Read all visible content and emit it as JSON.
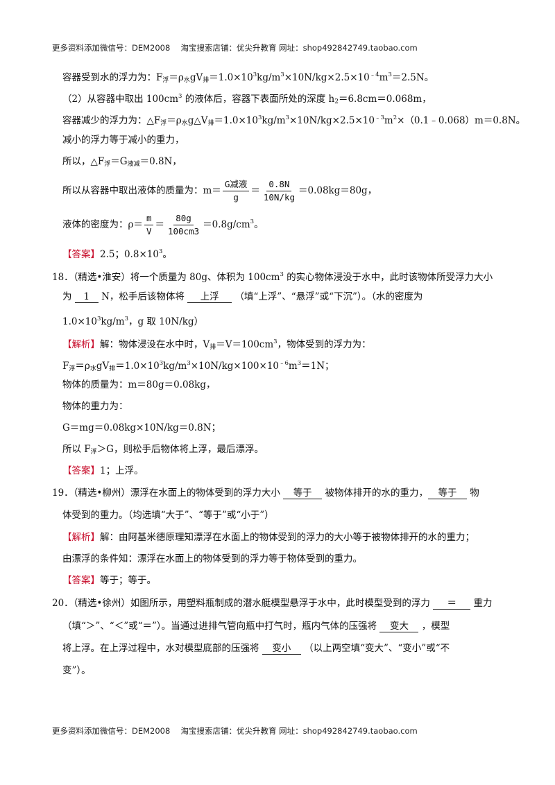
{
  "header": {
    "text": "更多资料添加微信号：DEM2008　 淘宝搜索店铺：优尖升教育  网址：shop492842749.taobao.com"
  },
  "footer": {
    "text": "更多资料添加微信号：DEM2008　 淘宝搜索店铺：优尖升教育  网址：shop492842749.taobao.com"
  },
  "q17": {
    "l1": {
      "a": "容器受到水的浮力为：F",
      "b": "浮",
      "c": "＝ρ",
      "d": "水",
      "e": "gV",
      "f": "排",
      "g": "＝1.0×10",
      "h": "3",
      "i": "kg/m",
      "j": "3",
      "k": "×10N/kg×2.5×10",
      "l": "﹣4",
      "m": "m",
      "n": "3",
      "o": "＝2.5N。"
    },
    "l2": {
      "a": "（2）从容器中取出 100cm",
      "b": "3",
      "c": " 的液体后，容器下表面所处的深度 h",
      "d": "2",
      "e": "＝6.8cm＝0.068m，"
    },
    "l3": {
      "a": "容器减少的浮力为：△F",
      "b": "浮",
      "c": "＝ρ",
      "d": "水",
      "e": "g△V",
      "f": "排",
      "g": "＝1.0×10",
      "h": "3",
      "i": "kg/m",
      "j": "3",
      "k": "×10N/kg×2.5×10",
      "l": "﹣3",
      "m": "m",
      "n": "2",
      "o": "×（0.1﹣0.068）m＝0.8N。"
    },
    "l4": "减小的浮力等于减小的重力，",
    "l5": {
      "a": "所以，△F",
      "b": "浮",
      "c": "＝G",
      "d": "液减",
      "e": "＝0.8N，"
    },
    "l6": {
      "a": "所以从容器中取出液体的质量为：m＝",
      "num": "G减液",
      "den": "g",
      "eq": "＝",
      "num2": "0.8N",
      "den2": "10N/kg",
      "b": "＝0.08kg＝80g，"
    },
    "l7": {
      "a": "液体的密度为：ρ＝",
      "num": "m",
      "den": "V",
      "eq": "＝",
      "num2": "80g",
      "den2": "100cm3",
      "b": "＝0.8g/cm",
      "c": "3",
      "d": "。"
    },
    "ans": {
      "tag": "【答案】",
      "a": "2.5；0.8×10",
      "b": "3",
      "c": "。"
    }
  },
  "q18": {
    "l1": "18．（精选•淮安）将一个质量为 80g、体积为 100cm",
    "l1sup": "3",
    "l1b": " 的实心物体浸没于水中，此时该物体所受浮力大小",
    "l2": {
      "a": "为  ",
      "blank1": "1",
      "b": " N，松手后该物体将 ",
      "blank2": "上浮",
      "c": " （填“上浮”、“悬浮”或“下沉”）。（水的密度为"
    },
    "l3": {
      "a": "1.0×10",
      "b": "3",
      "c": "kg/m",
      "d": "3",
      "e": "，g 取 10N/kg）"
    },
    "sol": {
      "tag": "【解析】",
      "a": "解：物体浸没在水中时，V",
      "b": "排",
      "c": "＝V＝100cm",
      "d": "3",
      "e": "，物体受到的浮力为："
    },
    "l5": {
      "a": "F",
      "b": "浮",
      "c": "＝ρ",
      "d": "水",
      "e": "gV",
      "f": "排",
      "g": "＝1.0×10",
      "h": "3",
      "i": "kg/m",
      "j": "3",
      "k": "×10N/kg×100×10",
      "l": "﹣6",
      "m": "m",
      "n": "3",
      "o": "＝1N；"
    },
    "l6": "物体的质量为：m＝80g＝0.08kg，",
    "l7": "物体的重力为：",
    "l8": "G＝mg＝0.08kg×10N/kg＝0.8N；",
    "l9": {
      "a": "所以 F",
      "b": "浮",
      "c": "＞G，则松手后物体将上浮，最后漂浮。"
    },
    "ans": {
      "tag": "【答案】",
      "a": "1；上浮。"
    }
  },
  "q19": {
    "l1": {
      "a": "19．（精选•柳州）漂浮在水面上的物体受到的浮力大小 ",
      "blank1": "等于",
      "b": " 被物体排开的水的重力，",
      "blank2": "等于",
      "c": " 物"
    },
    "l2": "体受到的重力。（均选填“大于”、“等于”或“小于”）",
    "sol": {
      "tag": "【解析】",
      "a": "解：由阿基米德原理知漂浮在水面上的物体受到的浮力的大小等于被物体排开的水的重力；"
    },
    "l4": "由漂浮的条件知：漂浮在水面上的物体受到的浮力等于物体受到的重力。",
    "ans": {
      "tag": "【答案】",
      "a": "等于；等于。"
    }
  },
  "q20": {
    "l1": {
      "a": "20．（精选•徐州）如图所示，用塑料瓶制成的潜水艇模型悬浮于水中，此时模型受到的浮力 ",
      "blank1": "＝",
      "b": " 重力"
    },
    "l2": {
      "a": "（填“＞”、“＜”或“＝”）。当通过进排气管向瓶中打气时，瓶内气体的压强将 ",
      "blank2": "变大",
      "b": " ，模型"
    },
    "l3": {
      "a": "将上浮。在上浮过程中，水对模型底部的压强将 ",
      "blank3": "变小",
      "b": " （以上两空填“变大”、“变小”或“不"
    },
    "l4": "变”）。"
  }
}
